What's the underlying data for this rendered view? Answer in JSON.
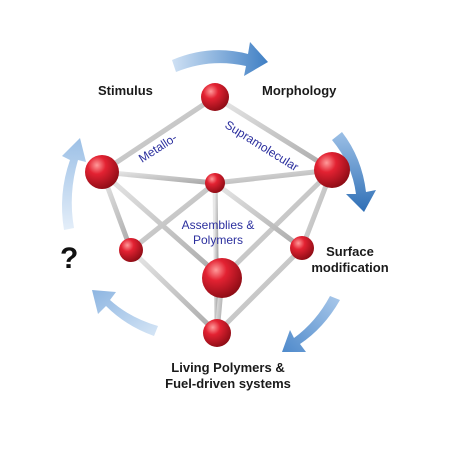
{
  "labels": {
    "stimulus": "Stimulus",
    "morphology": "Morphology",
    "surface_line1": "Surface",
    "surface_line2": "modification",
    "living_line1": "Living Polymers &",
    "living_line2": "Fuel-driven systems",
    "question": "?"
  },
  "cube_labels": {
    "metallo": "Metallo-",
    "supramolecular": "Supramolecular",
    "assemblies_line1": "Assemblies &",
    "assemblies_line2": "Polymers"
  },
  "colors": {
    "arrow_light": "#a9c8ea",
    "arrow_dark": "#3f7fc4",
    "rod": "#c9c9c9",
    "sphere": "#d41a2a",
    "cube_text": "#2b2f9e",
    "text": "#1a1a1a"
  }
}
